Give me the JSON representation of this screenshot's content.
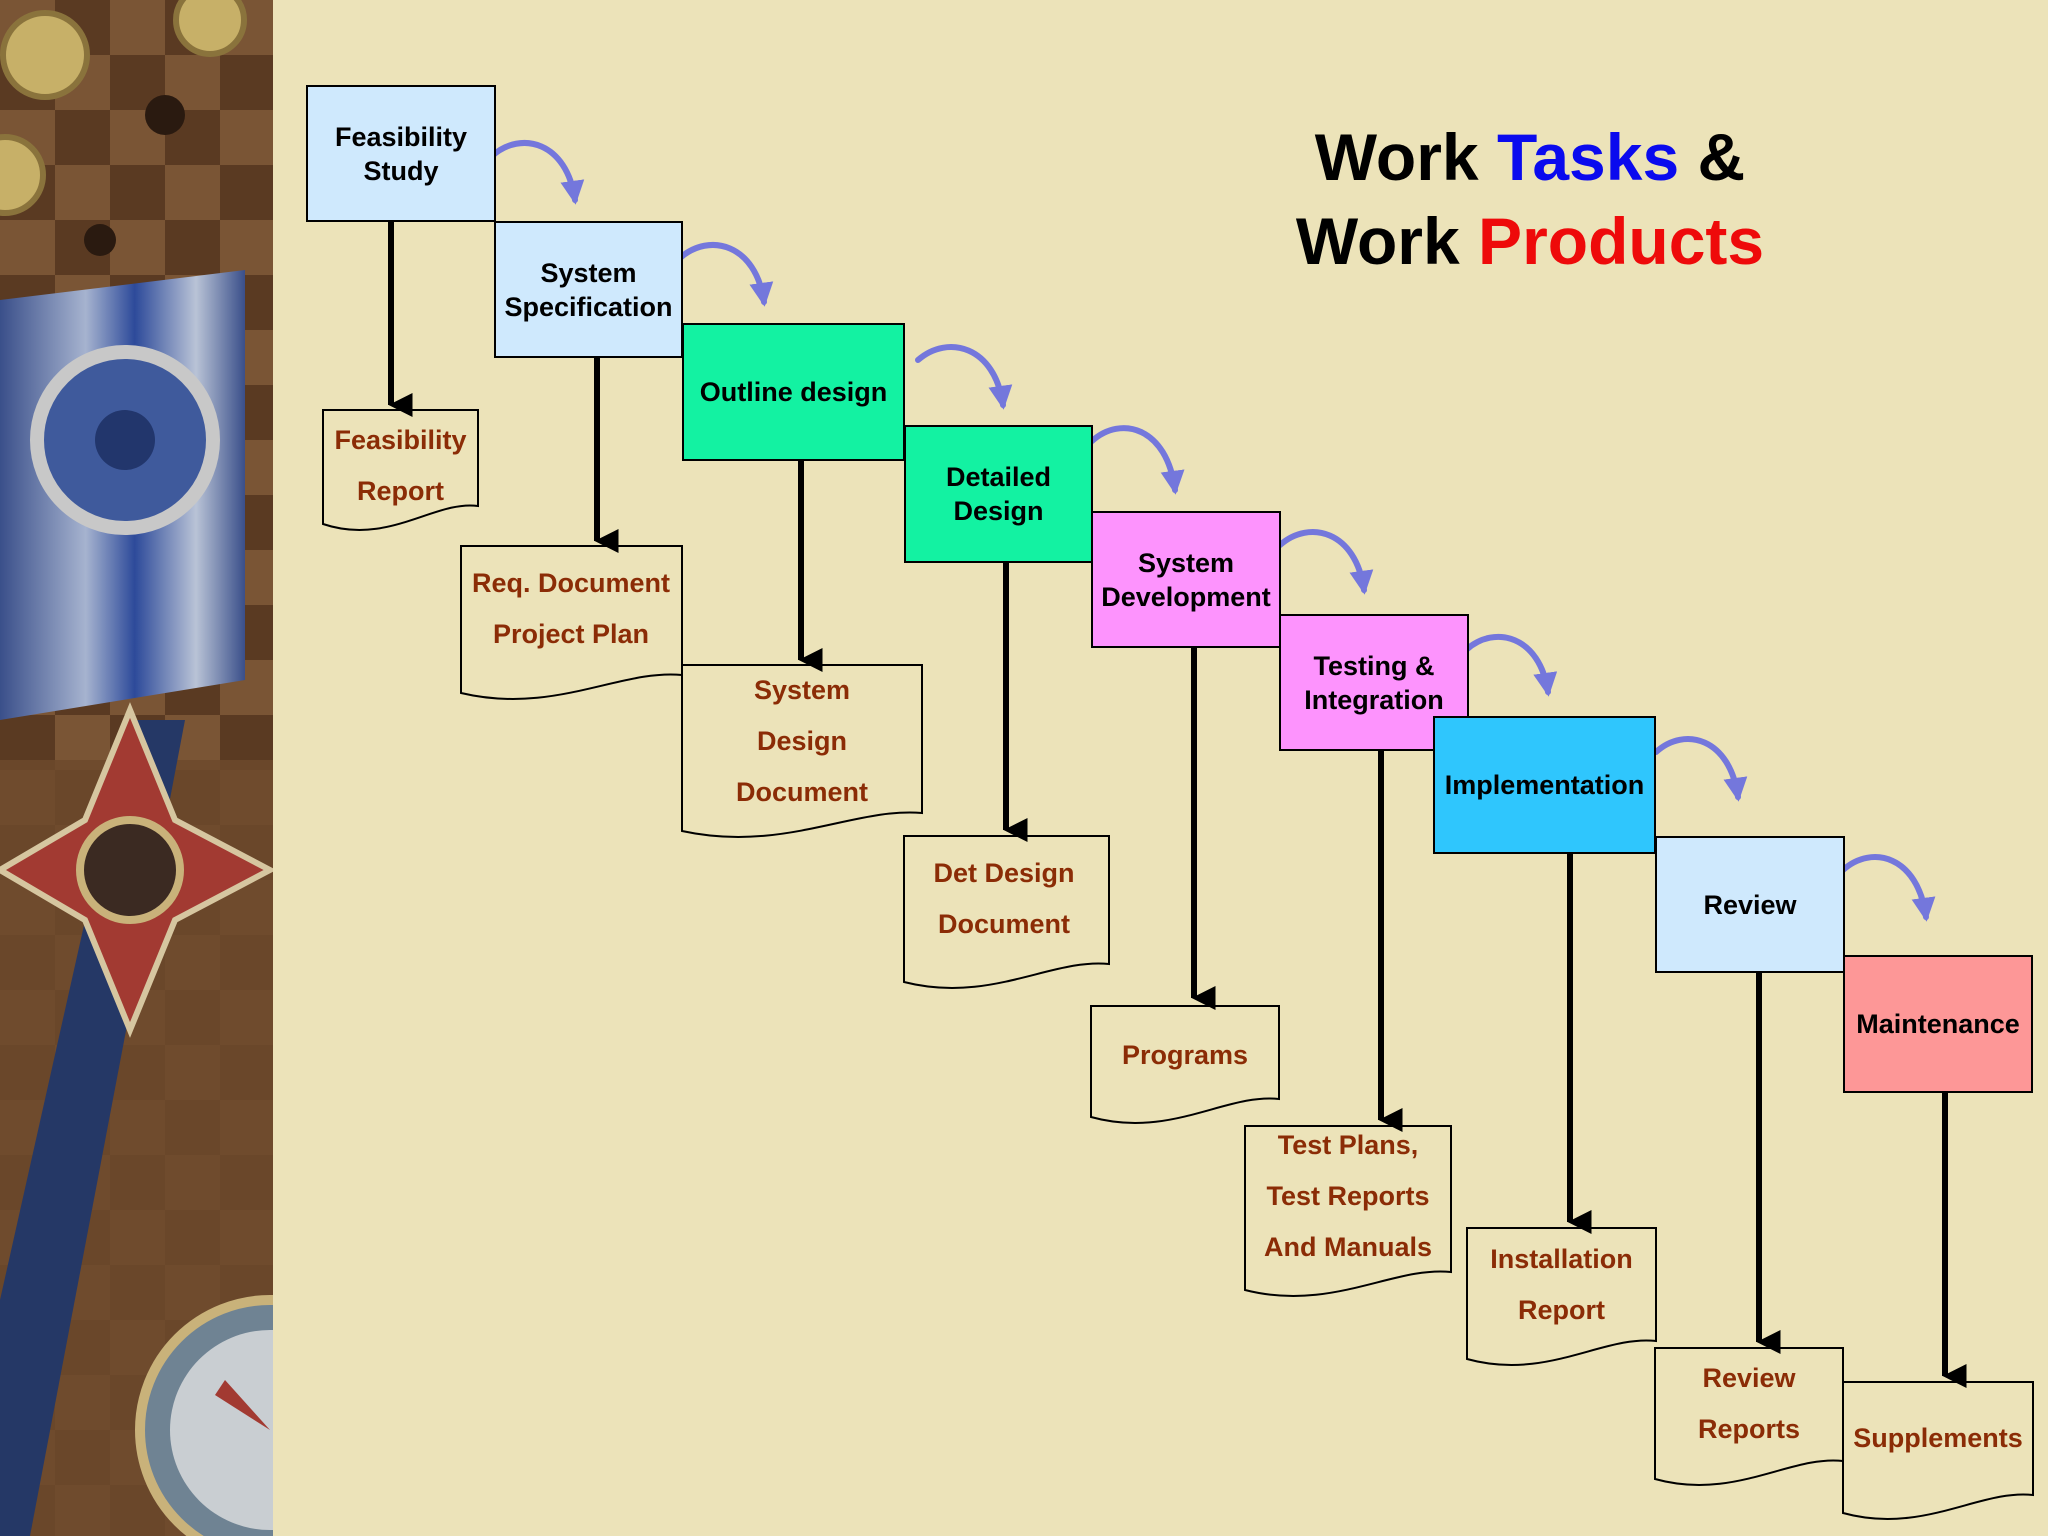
{
  "title": {
    "line1_a": "Work",
    "line1_b": "Tasks",
    "line1_c": "&",
    "line2_a": "Work",
    "line2_b": "Products"
  },
  "colors": {
    "background": "#ece3b9",
    "tasks_word": "#0a0aee",
    "products_word": "#ee0a0a",
    "doc_text": "#8b2c06",
    "flow_arrow": "#7477dc"
  },
  "tasks": [
    {
      "label": "Feasibility\nStudy",
      "color": "#cfe9fd"
    },
    {
      "label": "System\nSpecification",
      "color": "#cfe9fd"
    },
    {
      "label": "Outline design",
      "color": "#13f2a2"
    },
    {
      "label": "Detailed\nDesign",
      "color": "#13f2a2"
    },
    {
      "label": "System\nDevelopment",
      "color": "#fd93fd"
    },
    {
      "label": "Testing &\nIntegration",
      "color": "#fd93fd"
    },
    {
      "label": "Implementation",
      "color": "#2fc6fd"
    },
    {
      "label": "Review",
      "color": "#cfe9fd"
    },
    {
      "label": "Maintenance",
      "color": "#fd9797"
    }
  ],
  "documents": [
    {
      "label": "Feasibility\nReport"
    },
    {
      "label": "Req. Document\nProject Plan"
    },
    {
      "label": "System\nDesign\nDocument"
    },
    {
      "label": "Det Design\nDocument"
    },
    {
      "label": "Programs"
    },
    {
      "label": "Test Plans,\nTest Reports\nAnd Manuals"
    },
    {
      "label": "Installation\nReport"
    },
    {
      "label": "Review\nReports"
    },
    {
      "label": "Supplements"
    }
  ]
}
